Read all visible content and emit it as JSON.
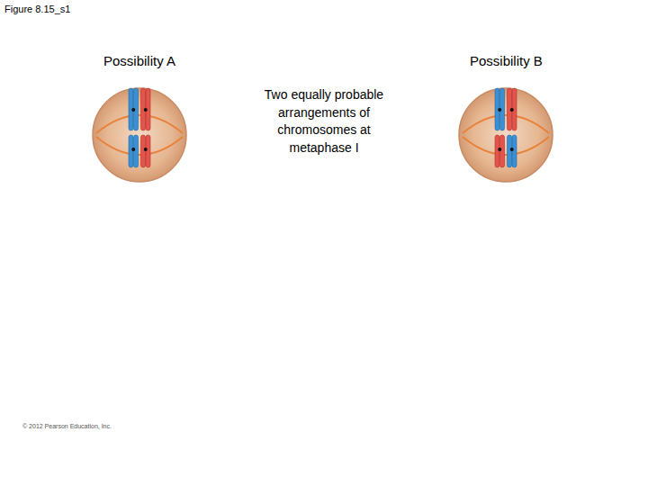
{
  "diagram": {
    "labels": [
      "Figure 8.15_s1",
      "Possibility A",
      "Possibility B",
      "Two equally probable arrangements of chromosomes at metaphase I",
      "© 2012 Pearson Education, Inc."
    ]
  }
}
